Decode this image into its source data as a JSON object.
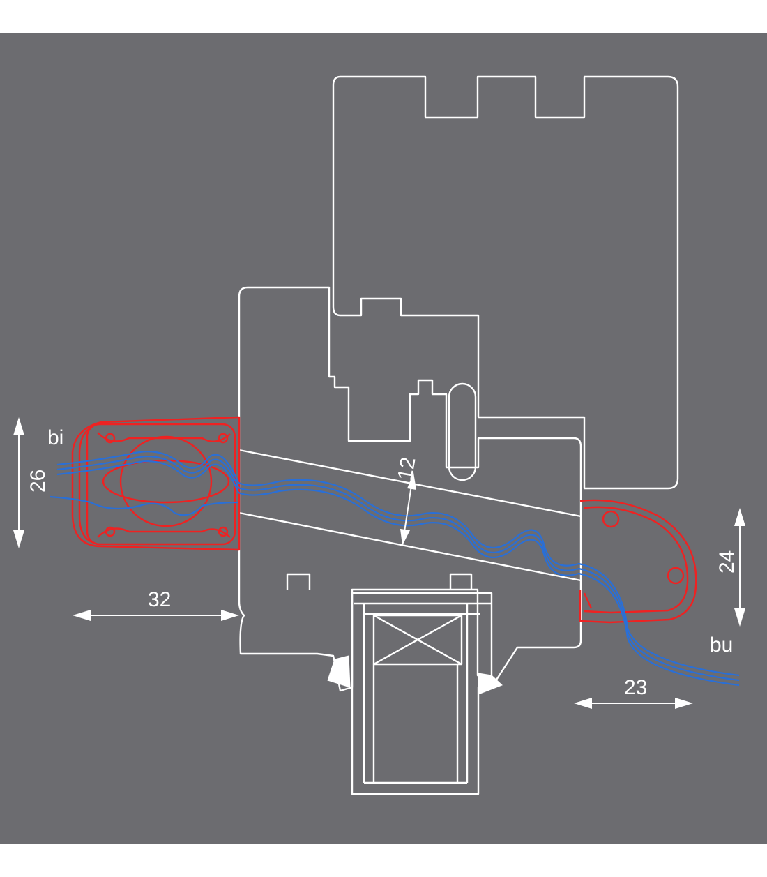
{
  "colors": {
    "background": "#6c6c70",
    "profile_outline": "#ffffff",
    "sealant_tape": "#ee2222",
    "vapor_membrane": "#2a6fd6"
  },
  "labels": {
    "bi": "bi",
    "bu": "bu",
    "dim_26": "26",
    "dim_12": "12",
    "dim_24": "24",
    "dim_32": "32",
    "dim_23": "23"
  }
}
